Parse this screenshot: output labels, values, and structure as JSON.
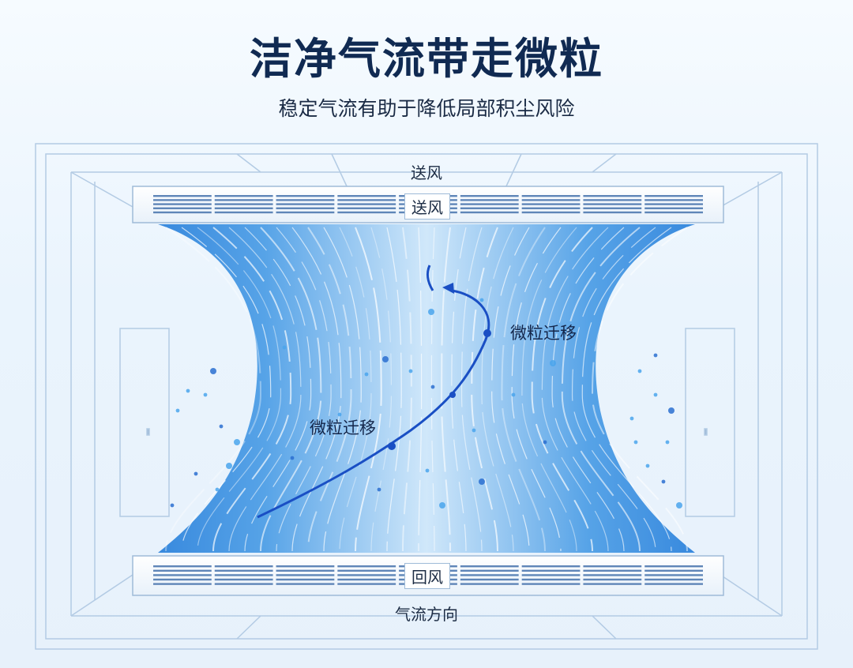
{
  "title": "洁净气流带走微粒",
  "subtitle": "稳定气流有助于降低局部积尘风险",
  "labels": {
    "supply_top": "送风",
    "supply_box": "送风",
    "return_box": "回风",
    "flow_direction": "气流方向",
    "particle_left": "微粒迁移",
    "particle_right": "微粒迁移"
  },
  "colors": {
    "title": "#102a52",
    "airflow_dark": "#3a8fe0",
    "airflow_light": "#d8ecfb",
    "particle_path": "#1a4fc4",
    "room_lines": "#b3cbe4"
  }
}
